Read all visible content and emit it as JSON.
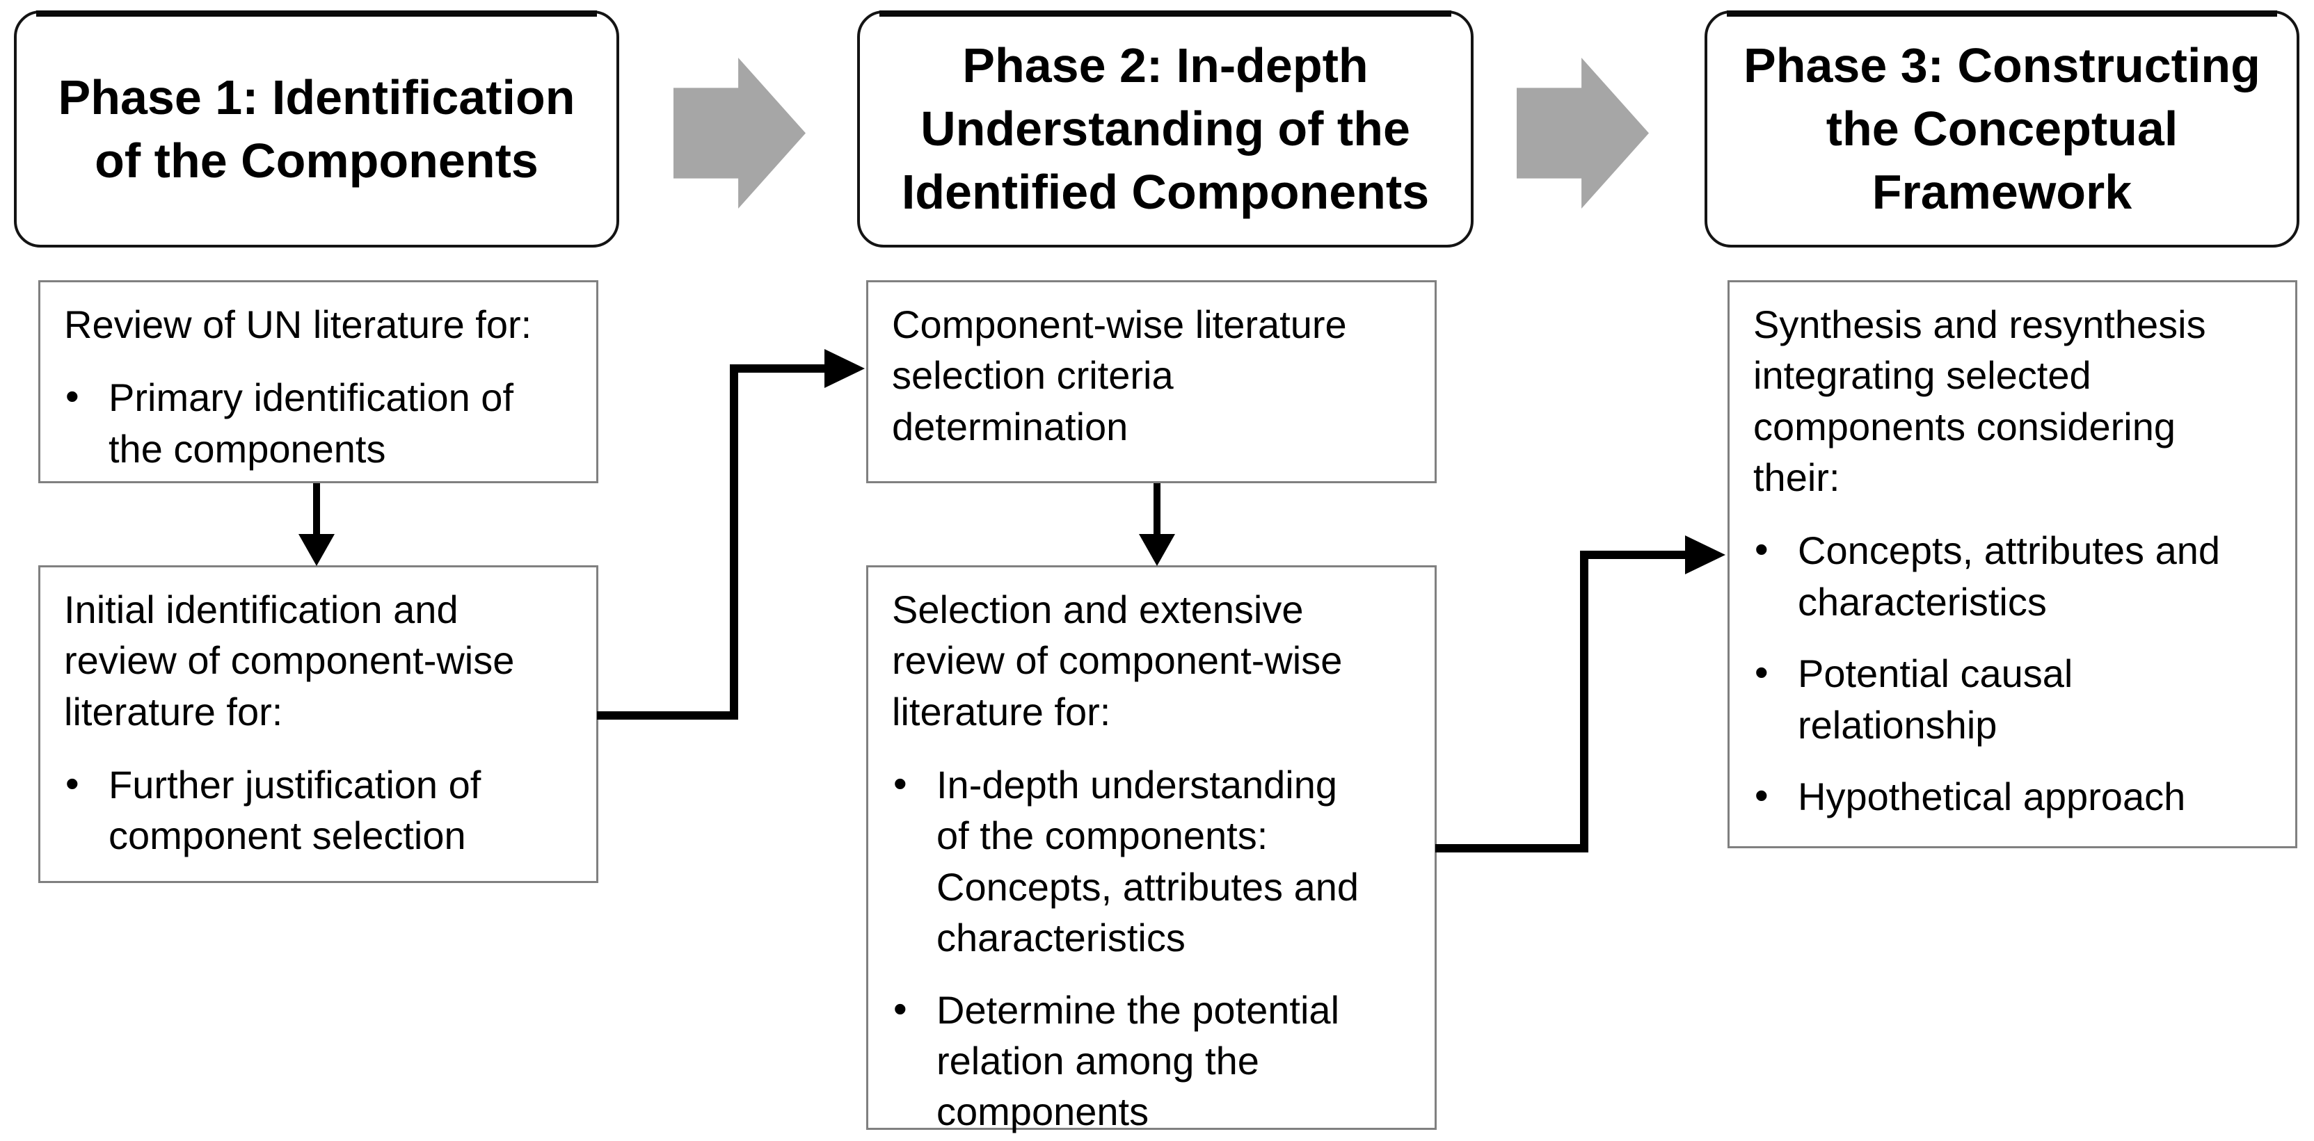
{
  "diagram": {
    "title": "Three-phase conceptual framework methodology flowchart",
    "colors": {
      "background": "#ffffff",
      "text": "#000000",
      "header_border": "#141414",
      "step_box_border": "#808080",
      "block_arrow_fill": "#a6a6a6",
      "connector": "#000000"
    },
    "icons": {
      "phase_transition": "block-arrow-right-icon",
      "step_flow": "down-arrow-icon",
      "cross_phase_flow": "elbow-arrow-right-icon"
    },
    "phases": [
      {
        "header": "Phase 1: Identification\nof the Components",
        "boxes": [
          {
            "intro": "Review of UN literature for:",
            "bullets": [
              "Primary identification of\nthe components"
            ]
          },
          {
            "intro": "Initial identification and\nreview of component-wise\nliterature for:",
            "bullets": [
              "Further justification of\ncomponent selection"
            ]
          }
        ]
      },
      {
        "header": "Phase 2: In-depth\nUnderstanding of the\nIdentified Components",
        "boxes": [
          {
            "intro": "Component-wise literature\nselection criteria\ndetermination",
            "bullets": []
          },
          {
            "intro": "Selection and extensive\nreview of component-wise\nliterature for:",
            "bullets": [
              "In-depth understanding\nof the components:\nConcepts, attributes and\ncharacteristics",
              "Determine the potential\nrelation among the\ncomponents"
            ]
          }
        ]
      },
      {
        "header": "Phase 3: Constructing\nthe Conceptual\nFramework",
        "boxes": [
          {
            "intro": "Synthesis and resynthesis\nintegrating selected\ncomponents considering\ntheir:",
            "bullets": [
              "Concepts, attributes and\ncharacteristics",
              "Potential causal\nrelationship",
              "Hypothetical approach"
            ]
          }
        ]
      }
    ]
  }
}
